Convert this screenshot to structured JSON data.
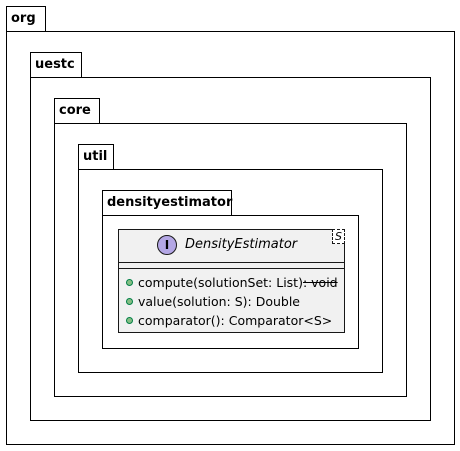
{
  "packages": {
    "org": "org",
    "uestc": "uestc",
    "core": "core",
    "util": "util",
    "densityestimator": "densityestimator"
  },
  "interface": {
    "badge": "I",
    "name": "DensityEstimator",
    "type_param": "S",
    "methods": [
      {
        "pre": "compute(solutionSet: List)",
        "struck": ": void"
      },
      {
        "pre": "value(solution: S): Double",
        "struck": ""
      },
      {
        "pre": "comparator(): Comparator<S>",
        "struck": ""
      }
    ]
  },
  "colors": {
    "interface_badge": "#b4a7e5",
    "class_bg": "#f1f1f1",
    "public_dot": "#84be84"
  }
}
